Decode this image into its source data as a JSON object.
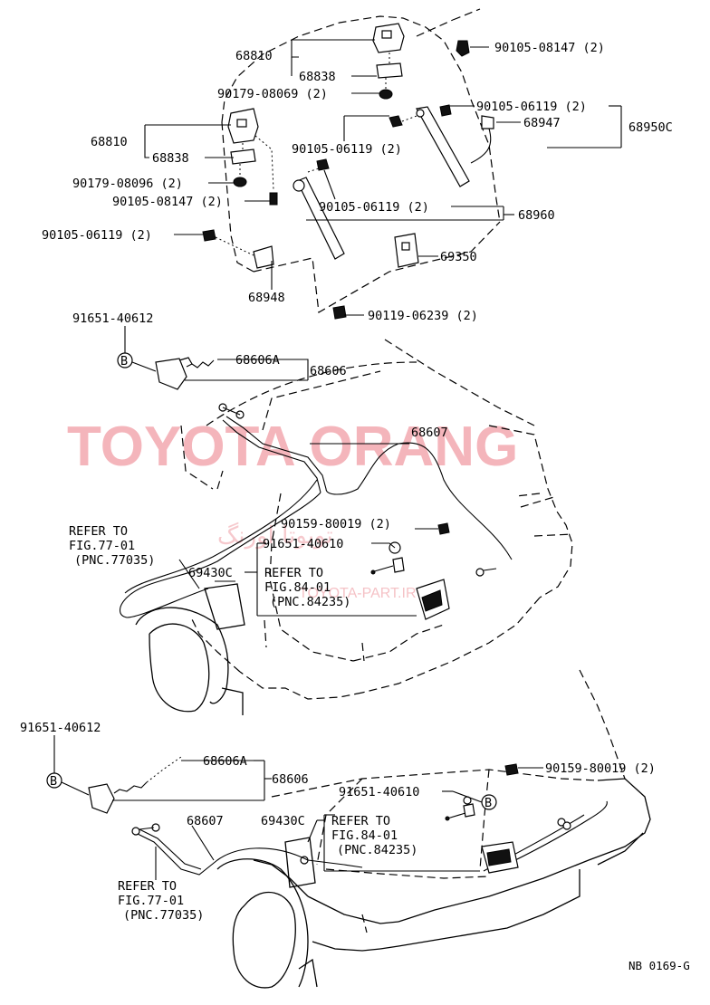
{
  "watermark": {
    "main": "TOYOTA ORANG",
    "arabic": "تويوتا اورنگ",
    "sub": "TOYOTA-PART.IR"
  },
  "labels": {
    "p68810_a": "68810",
    "p68838_a": "68838",
    "p90105_08147_a": "90105-08147 (2)",
    "p90179_08069": "90179-08069 (2)",
    "p90105_06119_a": "90105-06119 (2)",
    "p68947": "68947",
    "p68950c": "68950C",
    "p68810_b": "68810",
    "p90105_06119_b": "90105-06119 (2)",
    "p68838_b": "68838",
    "p90179_08096": "90179-08096 (2)",
    "p90105_08147_b": "90105-08147 (2)",
    "p90105_06119_c": "90105-06119 (2)",
    "p68960": "68960",
    "p90105_06119_d": "90105-06119 (2)",
    "p69350": "69350",
    "p68948": "68948",
    "p90119_06239": "90119-06239 (2)",
    "p91651_40612_a": "91651-40612",
    "p68606a_a": "68606A",
    "p68606_a": "68606",
    "p68607_a": "68607",
    "p90159_80019_a": "90159-80019 (2)",
    "refer_a_1": "REFER TO",
    "refer_a_2": "FIG.77-01",
    "refer_a_3": "(PNC.77035)",
    "p91651_40610_a": "91651-40610",
    "p69430c_a": "69430C",
    "refer_b_1": "REFER TO",
    "refer_b_2": "FIG.84-01",
    "refer_b_3": "(PNC.84235)",
    "p91651_40612_b": "91651-40612",
    "p68606a_b": "68606A",
    "p68606_b": "68606",
    "p90159_80019_b": "90159-80019 (2)",
    "p68607_b": "68607",
    "p91651_40610_b": "91651-40610",
    "p69430c_b": "69430C",
    "refer_c_1": "REFER TO",
    "refer_c_2": "FIG.84-01",
    "refer_c_3": "(PNC.84235)",
    "refer_d_1": "REFER TO",
    "refer_d_2": "FIG.77-01",
    "refer_d_3": "(PNC.77035)",
    "circle_b": "B",
    "figure_code": "NB 0169-G"
  }
}
